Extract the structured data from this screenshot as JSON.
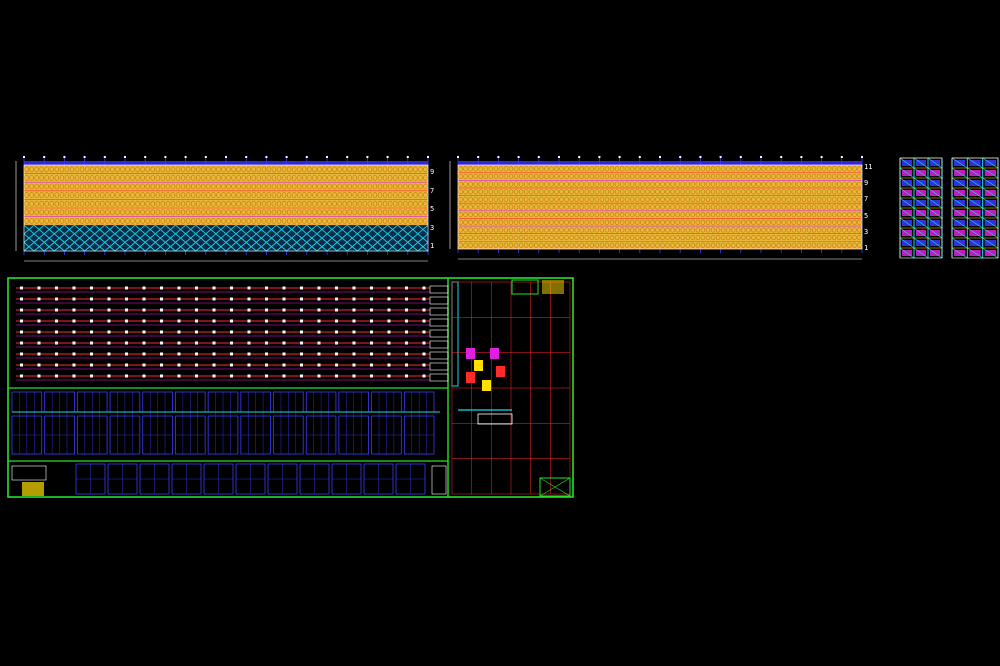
{
  "canvas": {
    "background": "#000000"
  },
  "colors": {
    "rack_fill": "#e8b93a",
    "rack_ring": "#c97a14",
    "rack_header": "#2a2ad8",
    "bracing": "#16d9e8",
    "frame": "#27e02a",
    "beam": "#ff2a2a",
    "magenta": "#e020e0",
    "blue": "#3a3aff",
    "white": "#ffffff",
    "yellow": "#ffe000"
  },
  "elevation_left": {
    "level_labels": [
      "9",
      "7",
      "5",
      "3",
      "1"
    ]
  },
  "elevation_right": {
    "level_labels": [
      "11",
      "9",
      "7",
      "5",
      "3",
      "1"
    ]
  },
  "section_views": {
    "count": 2
  },
  "floor_plan": {
    "rack_rows": 9,
    "bay_columns": 13,
    "grid_columns": 6,
    "grid_rows": 6
  }
}
